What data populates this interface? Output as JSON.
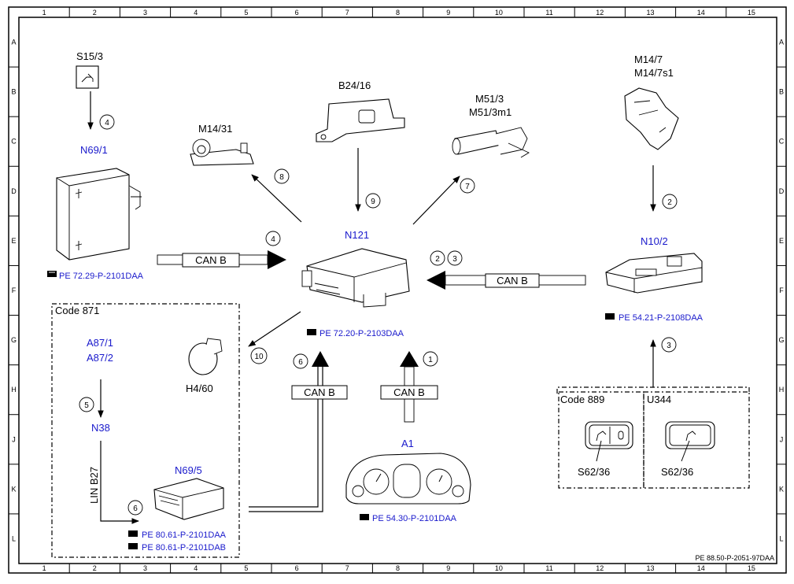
{
  "grid": {
    "columns": [
      "1",
      "2",
      "3",
      "4",
      "5",
      "6",
      "7",
      "8",
      "9",
      "10",
      "11",
      "12",
      "13",
      "14",
      "15"
    ],
    "rows": [
      "A",
      "B",
      "C",
      "D",
      "E",
      "F",
      "G",
      "H",
      "J",
      "K",
      "L"
    ]
  },
  "components": {
    "s15_3": "S15/3",
    "n69_1": "N69/1",
    "m14_31": "M14/31",
    "b24_16": "B24/16",
    "m51_3": "M51/3",
    "m51_3m1": "M51/3m1",
    "m14_7": "M14/7",
    "m14_7s1": "M14/7s1",
    "n121": "N121",
    "n10_2": "N10/2",
    "a87_1": "A87/1",
    "a87_2": "A87/2",
    "h4_60": "H4/60",
    "n38": "N38",
    "n69_5": "N69/5",
    "a1": "A1",
    "s62_36_a": "S62/36",
    "s62_36_b": "S62/36"
  },
  "refs": {
    "n69_1": "PE 72.29-P-2101DAA",
    "n121": "PE 72.20-P-2103DAA",
    "n10_2": "PE 54.21-P-2108DAA",
    "n69_5_a": "PE 80.61-P-2101DAA",
    "n69_5_b": "PE 80.61-P-2101DAB",
    "a1": "PE 54.30-P-2101DAA"
  },
  "buses": {
    "can_left": "CAN B",
    "can_right": "CAN B",
    "can_mid": "CAN B",
    "can_a1": "CAN B",
    "lin": "LIN B27"
  },
  "codes": {
    "code871": "Code 871",
    "code889": "Code 889",
    "u344": "U344"
  },
  "steps": {
    "s1": "1",
    "s2": "2",
    "s2b": "2",
    "s3": "3",
    "s3b": "3",
    "s4": "4",
    "s4b": "4",
    "s5": "5",
    "s6": "6",
    "s6b": "6",
    "s7": "7",
    "s8": "8",
    "s9": "9",
    "s10": "10"
  },
  "footer": "PE 88.50-P-2051-97DAA"
}
